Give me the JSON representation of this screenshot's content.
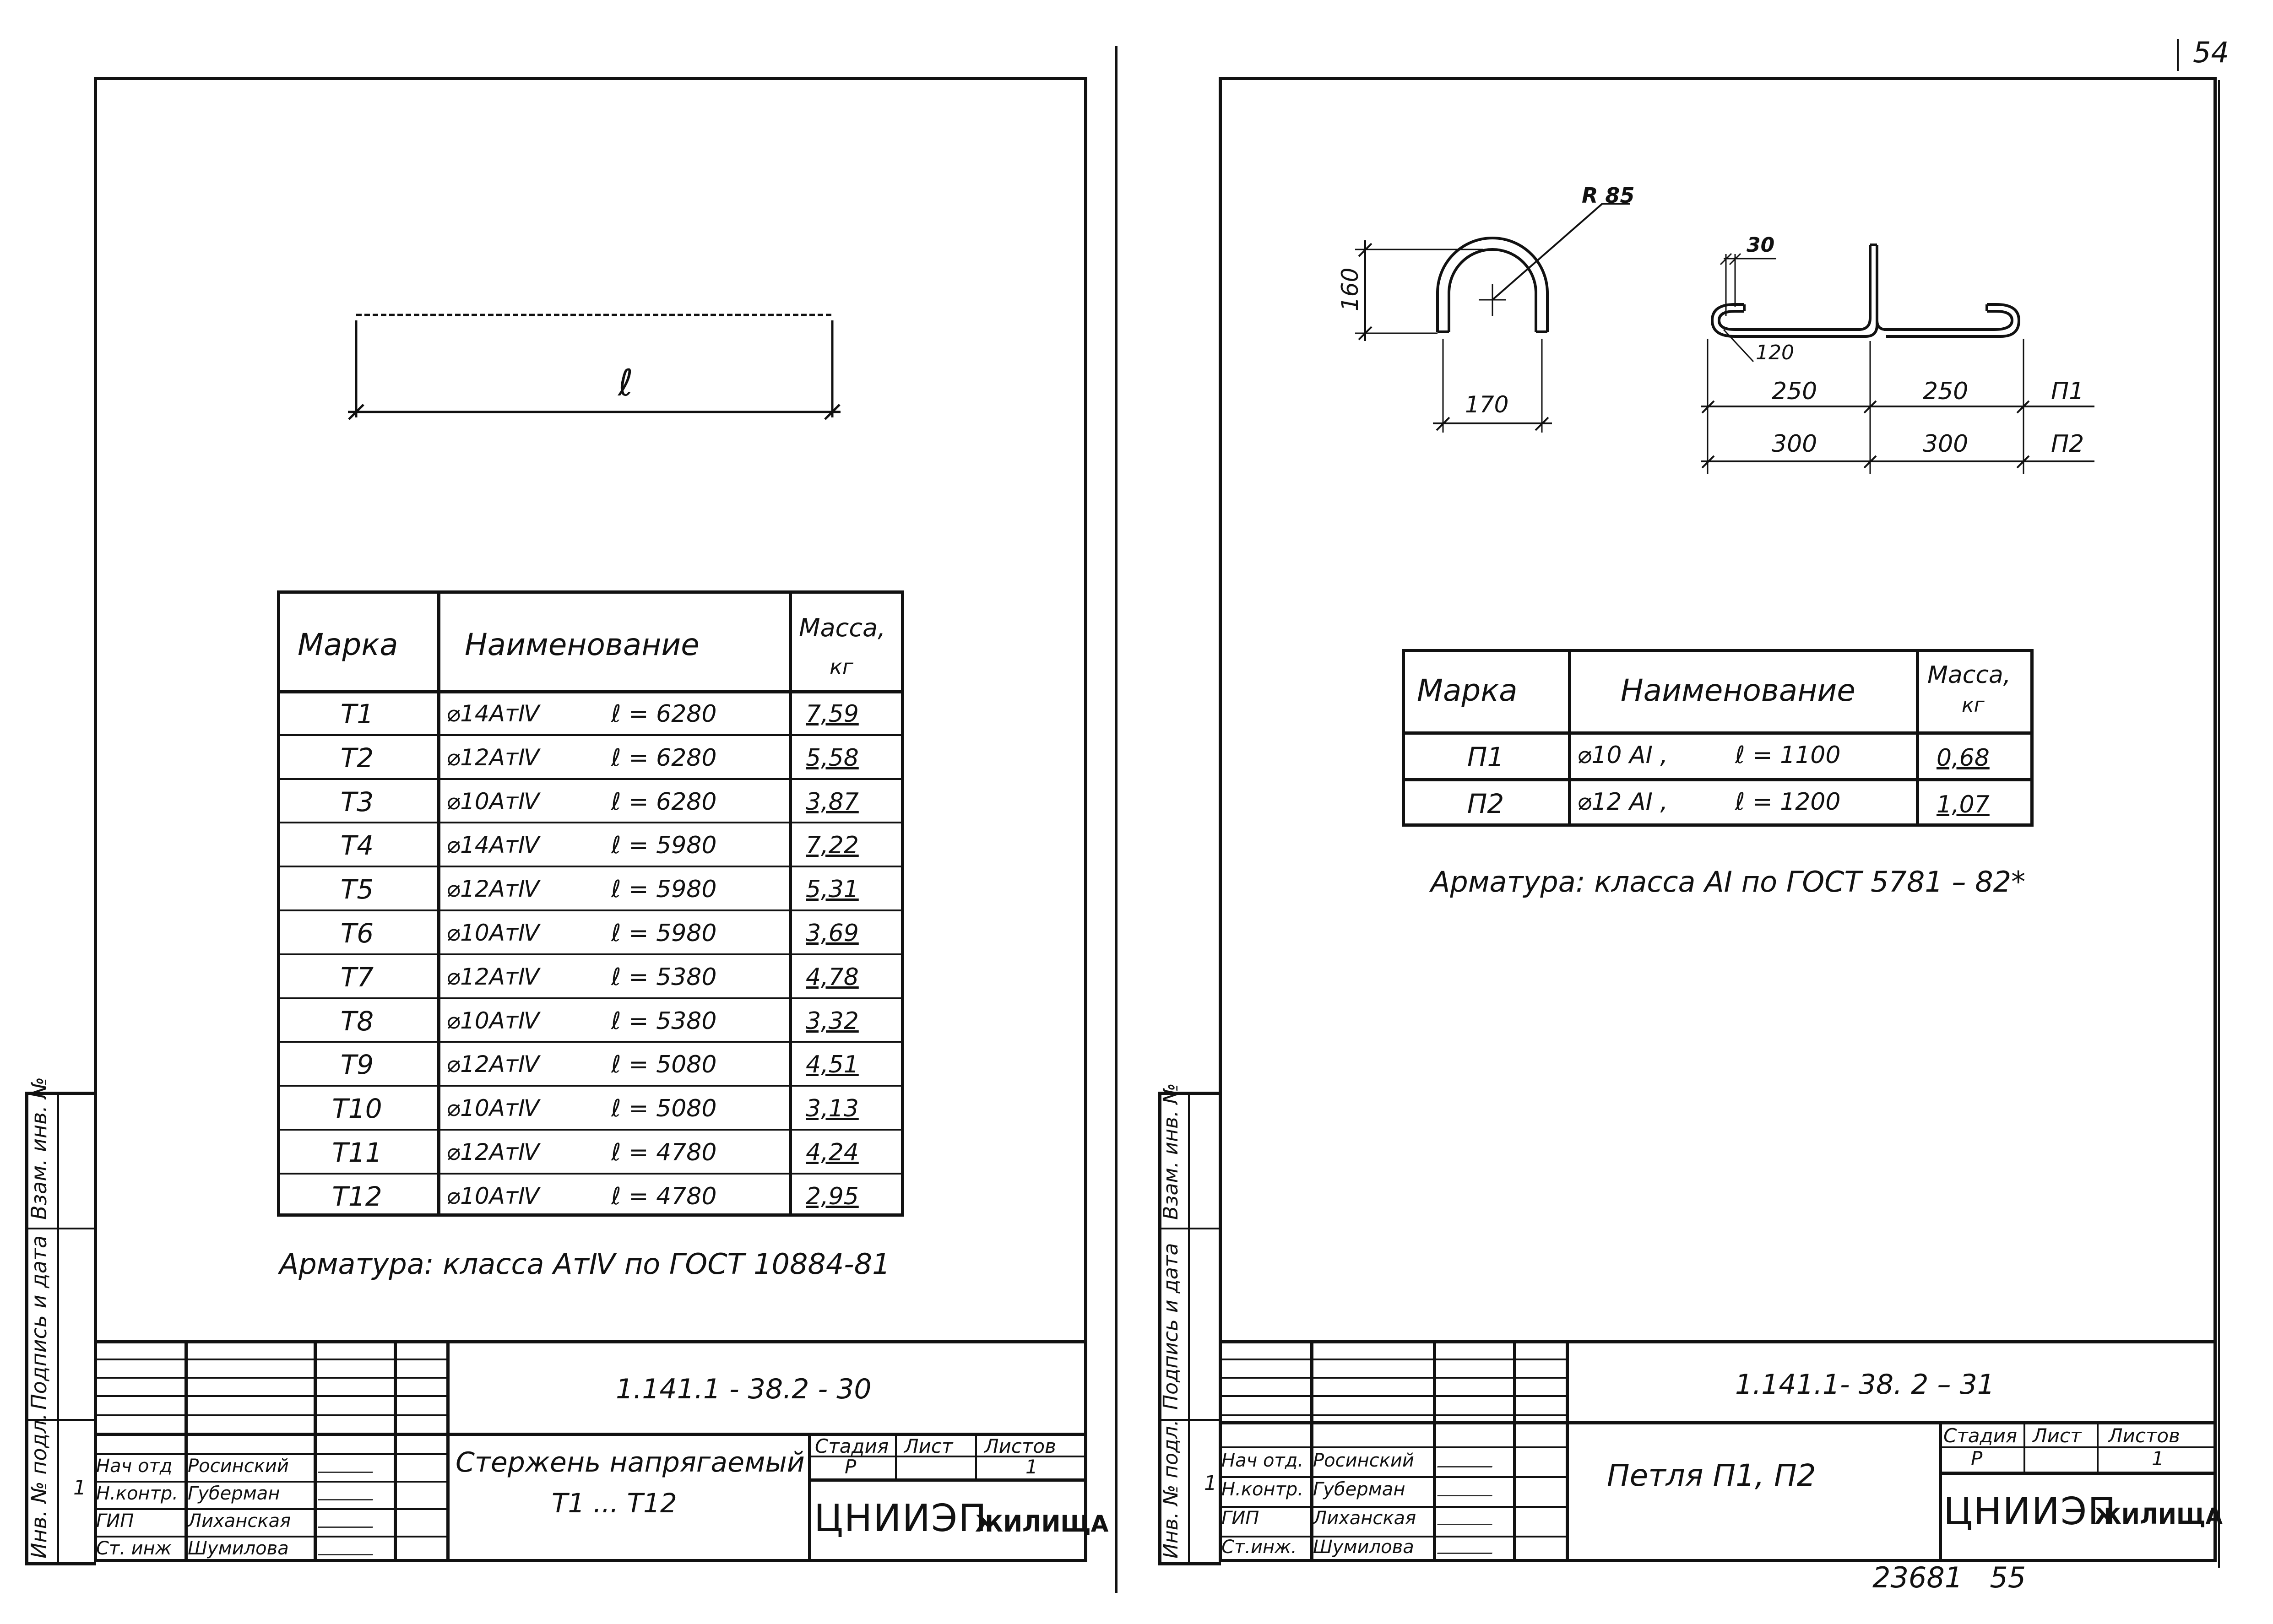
{
  "page_number": "54",
  "bottom_stamp": "23681   55",
  "sheet_left": {
    "dimension_label": "ℓ",
    "table": {
      "headers": {
        "mark": "Марка",
        "name": "Наименование",
        "mass": "Масса,",
        "mass_unit": "кг"
      },
      "rows": [
        {
          "mark": "Т1",
          "name": "⌀14АтⅣ",
          "len": "ℓ = 6280",
          "mass": "7,59"
        },
        {
          "mark": "Т2",
          "name": "⌀12АтⅣ",
          "len": "ℓ = 6280",
          "mass": "5,58"
        },
        {
          "mark": "Т3",
          "name": "⌀10АтⅣ",
          "len": "ℓ = 6280",
          "mass": "3,87"
        },
        {
          "mark": "Т4",
          "name": "⌀14АтⅣ",
          "len": "ℓ = 5980",
          "mass": "7,22"
        },
        {
          "mark": "Т5",
          "name": "⌀12АтⅣ",
          "len": "ℓ = 5980",
          "mass": "5,31"
        },
        {
          "mark": "Т6",
          "name": "⌀10АтⅣ",
          "len": "ℓ = 5980",
          "mass": "3,69"
        },
        {
          "mark": "Т7",
          "name": "⌀12АтⅣ",
          "len": "ℓ = 5380",
          "mass": "4,78"
        },
        {
          "mark": "Т8",
          "name": "⌀10АтⅣ",
          "len": "ℓ = 5380",
          "mass": "3,32"
        },
        {
          "mark": "Т9",
          "name": "⌀12АтⅣ",
          "len": "ℓ = 5080",
          "mass": "4,51"
        },
        {
          "mark": "Т10",
          "name": "⌀10АтⅣ",
          "len": "ℓ = 5080",
          "mass": "3,13"
        },
        {
          "mark": "Т11",
          "name": "⌀12АтⅣ",
          "len": "ℓ = 4780",
          "mass": "4,24"
        },
        {
          "mark": "Т12",
          "name": "⌀10АтⅣ",
          "len": "ℓ = 4780",
          "mass": "2,95"
        }
      ]
    },
    "note": "Арматура:  класса  АтⅣ  по ГОСТ 10884-81",
    "side_labels": {
      "inv_podl": "Инв. № подл.",
      "sign_date": "Подпись и дата",
      "vzam": "Взам. инв. №"
    },
    "title_block": {
      "doc_number": "1.141.1 - 38.2 - 30",
      "title_line1": "Стержень напрягаемый",
      "title_line2": "Т1 ... Т12",
      "roles": [
        "Нач отд",
        "Н.контр.",
        "ГИП",
        "Ст. инж"
      ],
      "names": [
        "Росинский",
        "Губерман",
        "Лиханская",
        "Шумилова"
      ],
      "stage_label": "Стадия",
      "sheet_label": "Лист",
      "sheets_label": "Листов",
      "stage": "Р",
      "sheet": "",
      "sheets": "1",
      "org_main": "ЦНИИЭП",
      "org_sub": "ЖИЛИЩА",
      "row_mark": "1"
    }
  },
  "sheet_right": {
    "drawing": {
      "radius_label": "R 85",
      "height_label": "160",
      "width_label": "170",
      "hook_label": "30",
      "bend_label": "120",
      "dims_p1": [
        "250",
        "250"
      ],
      "dims_p2": [
        "300",
        "300"
      ],
      "p1_label": "П1",
      "p2_label": "П2"
    },
    "table": {
      "headers": {
        "mark": "Марка",
        "name": "Наименование",
        "mass": "Масса,",
        "mass_unit": "кг"
      },
      "rows": [
        {
          "mark": "П1",
          "name": "⌀10 АⅠ ,",
          "len": "ℓ = 1100",
          "mass": "0,68"
        },
        {
          "mark": "П2",
          "name": "⌀12 АⅠ ,",
          "len": "ℓ = 1200",
          "mass": "1,07"
        }
      ]
    },
    "note": "Арматура:  класса  АⅠ  по ГОСТ  5781 – 82*",
    "side_labels": {
      "inv_podl": "Инв. № подл.",
      "sign_date": "Подпись и дата",
      "vzam": "Взам. инв. №"
    },
    "title_block": {
      "doc_number": "1.141.1- 38. 2 – 31",
      "title_line1": "Петля   П1, П2",
      "roles": [
        "Нач отд.",
        "Н.контр.",
        "ГИП",
        "Ст.инж."
      ],
      "names": [
        "Росинский",
        "Губерман",
        "Лиханская",
        "Шумилова"
      ],
      "stage_label": "Стадия",
      "sheet_label": "Лист",
      "sheets_label": "Листов",
      "stage": "Р",
      "sheet": "",
      "sheets": "1",
      "org_main": "ЦНИИЭП",
      "org_sub": "ЖИЛИЩА",
      "row_mark": "1"
    }
  }
}
